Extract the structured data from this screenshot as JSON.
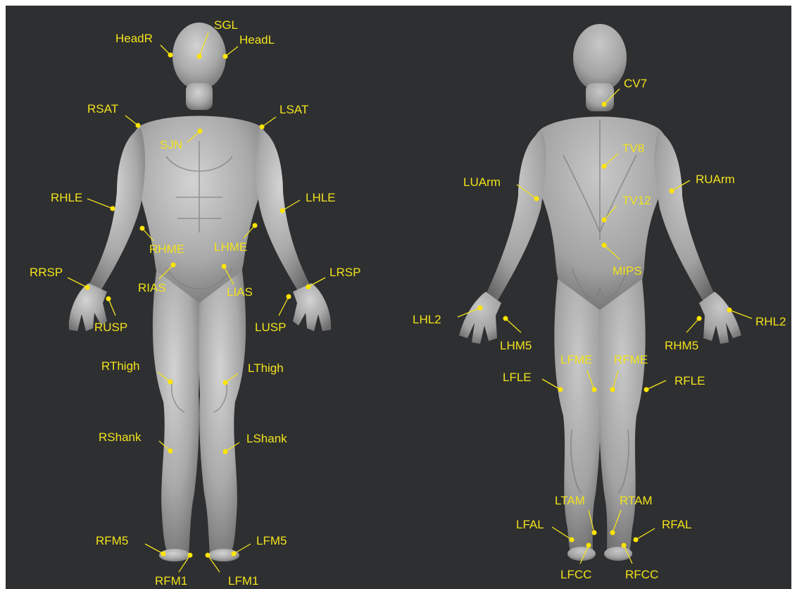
{
  "figure": {
    "background": "#2e2f31",
    "body_color": "#b9b9b9",
    "label_color": "#f2e21d",
    "marker_color": "#ffe500",
    "views": [
      "front",
      "back"
    ]
  },
  "front_labels": {
    "SGL": "SGL",
    "HeadR": "HeadR",
    "HeadL": "HeadL",
    "RSAT": "RSAT",
    "LSAT": "LSAT",
    "SJN": "SJN",
    "RHLE": "RHLE",
    "LHLE": "LHLE",
    "RHME": "RHME",
    "LHME": "LHME",
    "RRSP": "RRSP",
    "LRSP": "LRSP",
    "RIAS": "RIAS",
    "LIAS": "LIAS",
    "RUSP": "RUSP",
    "LUSP": "LUSP",
    "RThigh": "RThigh",
    "LThigh": "LThigh",
    "RShank": "RShank",
    "LShank": "LShank",
    "RFM5": "RFM5",
    "LFM5": "LFM5",
    "RFM1": "RFM1",
    "LFM1": "LFM1"
  },
  "back_labels": {
    "CV7": "CV7",
    "TV8": "TV8",
    "TV12": "TV12",
    "MIPS": "MIPS",
    "LUArm": "LUArm",
    "RUArm": "RUArm",
    "LHL2": "LHL2",
    "RHL2": "RHL2",
    "LHM5": "LHM5",
    "RHM5": "RHM5",
    "LFME": "LFME",
    "RFME": "RFME",
    "LFLE": "LFLE",
    "RFLE": "RFLE",
    "LTAM": "LTAM",
    "RTAM": "RTAM",
    "LFAL": "LFAL",
    "RFAL": "RFAL",
    "LFCC": "LFCC",
    "RFCC": "RFCC"
  }
}
